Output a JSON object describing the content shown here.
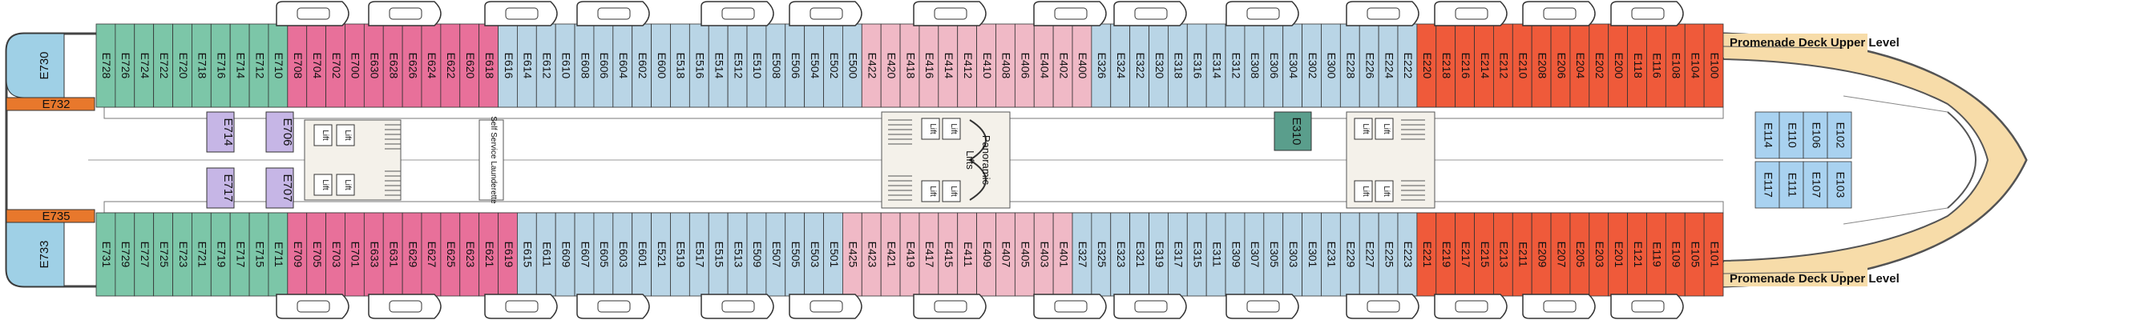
{
  "deck": {
    "promenade_label": "Promenade Deck Upper Level",
    "laundry_label": "Self Service Launderette",
    "lift_label": "Lift",
    "lifts_label": "Lifts",
    "panoramic_label": "Panoramic"
  },
  "colors": {
    "suite": "#7cc6a8",
    "pink": "#e8709a",
    "lightpink": "#f0b9c6",
    "blue": "#b9d5e6",
    "red": "#ef5a3a",
    "orange": "#e8782c",
    "lightblue": "#a9d2f0",
    "access": "#c6b6e6",
    "teal": "#5a9e8c",
    "beige": "#f7dca9",
    "dot": "#c8102e"
  },
  "top_row": [
    "E728",
    "E726",
    "E724",
    "E722",
    "E720",
    "E718",
    "E716",
    "E714",
    "E712",
    "E710",
    "E708",
    "E704",
    "E702",
    "E700",
    "E630",
    "E628",
    "E626",
    "E624",
    "E622",
    "E620",
    "E618",
    "E616",
    "E614",
    "E612",
    "E610",
    "E608",
    "E606",
    "E604",
    "E602",
    "E600",
    "E518",
    "E516",
    "E514",
    "E512",
    "E510",
    "E508",
    "E506",
    "E504",
    "E502",
    "E500",
    "E422",
    "E420",
    "E418",
    "E416",
    "E414",
    "E412",
    "E410",
    "E408",
    "E406",
    "E404",
    "E402",
    "E400",
    "E326",
    "E324",
    "E322",
    "E320",
    "E318",
    "E316",
    "E314",
    "E312",
    "E308",
    "E306",
    "E304",
    "E302",
    "E300",
    "E228",
    "E226",
    "E224",
    "E222",
    "E220",
    "E218",
    "E216",
    "E214",
    "E212",
    "E210",
    "E208",
    "E206",
    "E204",
    "E202",
    "E200",
    "E118",
    "E116",
    "E108",
    "E104",
    "E100"
  ],
  "bottom_row": [
    "E731",
    "E729",
    "E727",
    "E725",
    "E723",
    "E721",
    "E719",
    "E717",
    "E715",
    "E711",
    "E709",
    "E705",
    "E703",
    "E701",
    "E633",
    "E631",
    "E629",
    "E627",
    "E625",
    "E623",
    "E621",
    "E619",
    "E615",
    "E611",
    "E609",
    "E607",
    "E605",
    "E603",
    "E601",
    "E521",
    "E519",
    "E517",
    "E515",
    "E513",
    "E509",
    "E507",
    "E505",
    "E503",
    "E501",
    "E425",
    "E423",
    "E421",
    "E419",
    "E417",
    "E415",
    "E411",
    "E409",
    "E407",
    "E405",
    "E403",
    "E401",
    "E327",
    "E325",
    "E323",
    "E321",
    "E319",
    "E317",
    "E315",
    "E311",
    "E309",
    "E307",
    "E305",
    "E303",
    "E301",
    "E231",
    "E229",
    "E227",
    "E225",
    "E223",
    "E221",
    "E219",
    "E217",
    "E215",
    "E213",
    "E211",
    "E209",
    "E207",
    "E205",
    "E203",
    "E201",
    "E121",
    "E119",
    "E109",
    "E105",
    "E101"
  ],
  "center": {
    "left": [
      "E730",
      "E732",
      "E735",
      "E733"
    ],
    "access": [
      "E714",
      "E706",
      "E717",
      "E707"
    ],
    "teal": "E310",
    "fwd_top": [
      "E114",
      "E110",
      "E106",
      "E102"
    ],
    "fwd_bottom": [
      "E117",
      "E111",
      "E107",
      "E103"
    ]
  }
}
